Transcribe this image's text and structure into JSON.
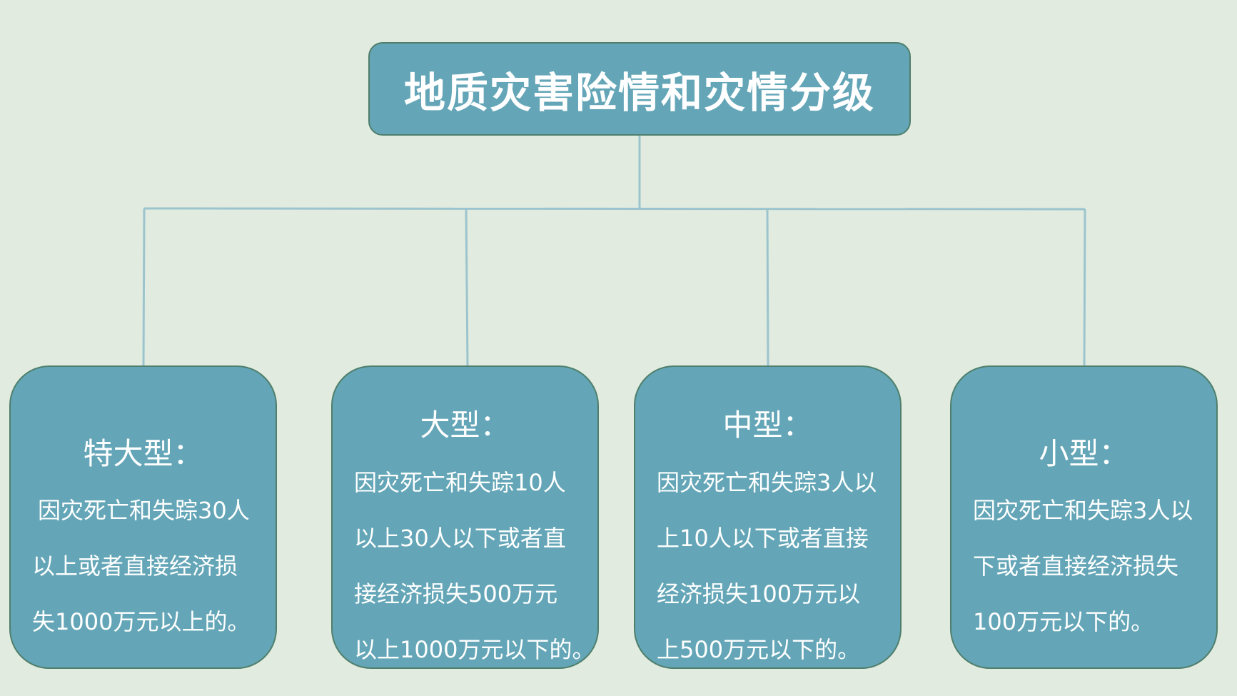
{
  "title": "地质灾害险情和灾情分级",
  "levels": [
    {
      "heading": "特大型：",
      "lines": [
        "因灾死亡和失踪30人",
        "以上或者直接经济损",
        "失1000万元以上的。"
      ]
    },
    {
      "heading": "大型：",
      "lines": [
        "因灾死亡和失踪10人",
        "以上30人以下或者直",
        "接经济损失500万元",
        "以上1000万元以下的。"
      ]
    },
    {
      "heading": "中型：",
      "lines": [
        "因灾死亡和失踪3人以",
        "上10人以下或者直接",
        "经济损失100万元以",
        "上500万元以下的。"
      ]
    },
    {
      "heading": "小型：",
      "lines": [
        "因灾死亡和失踪3人以",
        "下或者直接经济损失",
        "100万元以下的。"
      ]
    }
  ]
}
